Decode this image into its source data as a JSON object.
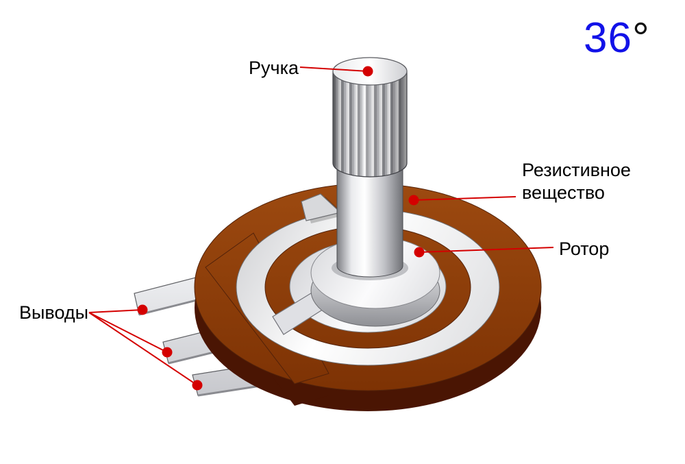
{
  "angle": {
    "value": "36",
    "degree_symbol": "°"
  },
  "callouts": {
    "knob": {
      "label": "Ручка"
    },
    "resistive": {
      "label": "Резистивное вещество"
    },
    "rotor": {
      "label": "Ротор"
    },
    "terminals": {
      "label": "Выводы"
    }
  },
  "colors": {
    "callout_red": "#d40000",
    "angle_blue": "#1212e8",
    "body_brown": "#8a3a08",
    "body_brown_dark": "#4a1503",
    "metal_silver": "#e6e7ea"
  }
}
